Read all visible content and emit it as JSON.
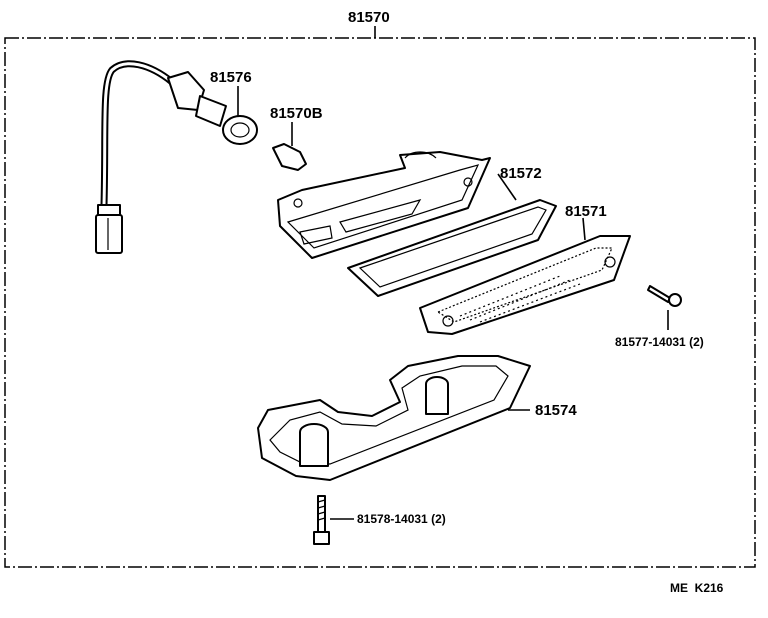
{
  "diagram": {
    "assembly_number": "81570",
    "footer_code": "ME  K216",
    "parts": [
      {
        "id": "socket",
        "number": "81576"
      },
      {
        "id": "bulb",
        "number": "81570B"
      },
      {
        "id": "gasket",
        "number": "81572"
      },
      {
        "id": "lens",
        "number": "81571"
      },
      {
        "id": "screw",
        "number": "81577-14031 (2)"
      },
      {
        "id": "housing",
        "number": "81574"
      },
      {
        "id": "bolt",
        "number": "81578-14031 (2)"
      }
    ]
  }
}
